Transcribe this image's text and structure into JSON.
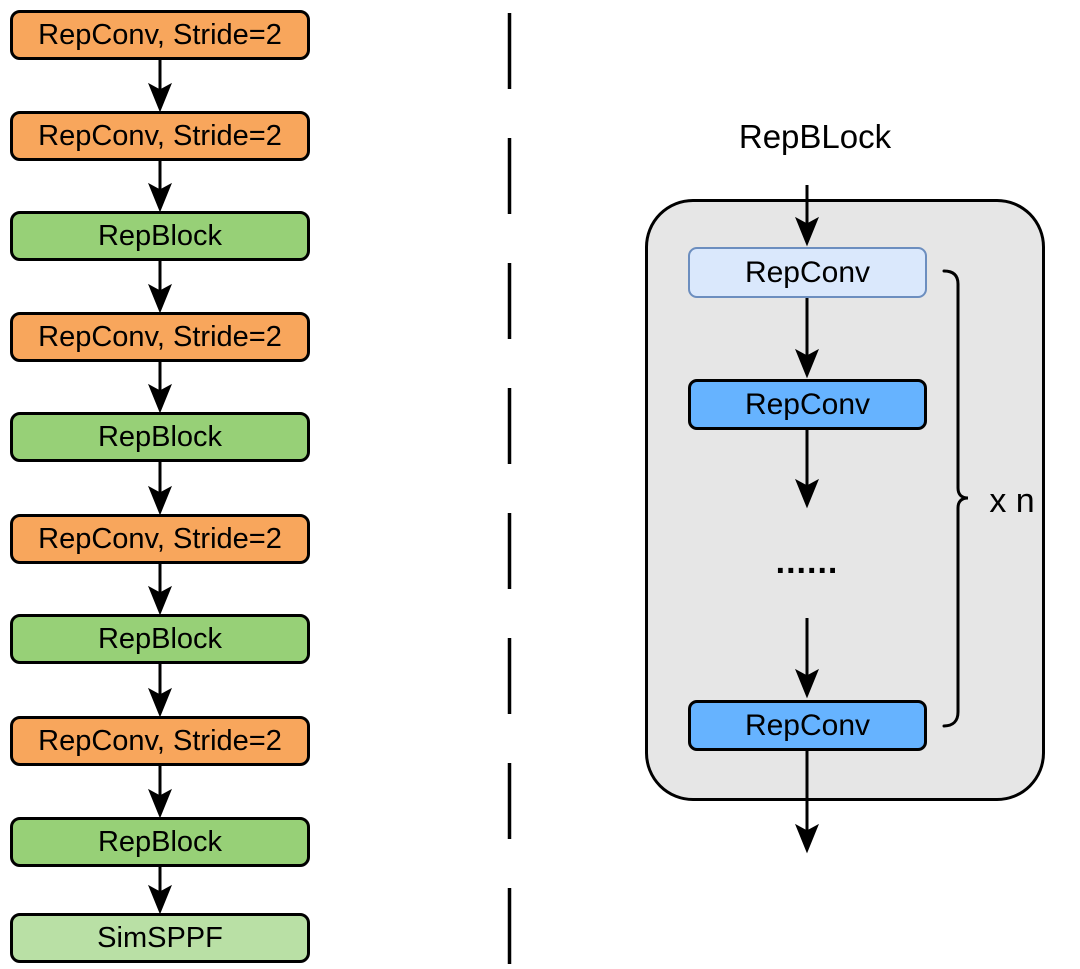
{
  "diagram": {
    "left_column": {
      "boxes": [
        {
          "label": "RepConv, Stride=2",
          "fill": "#F8A65C"
        },
        {
          "label": "RepConv, Stride=2",
          "fill": "#F8A65C"
        },
        {
          "label": "RepBlock",
          "fill": "#97D077"
        },
        {
          "label": "RepConv, Stride=2",
          "fill": "#F8A65C"
        },
        {
          "label": "RepBlock",
          "fill": "#97D077"
        },
        {
          "label": "RepConv, Stride=2",
          "fill": "#F8A65C"
        },
        {
          "label": "RepBlock",
          "fill": "#97D077"
        },
        {
          "label": "RepConv, Stride=2",
          "fill": "#F8A65C"
        },
        {
          "label": "RepBlock",
          "fill": "#97D077"
        },
        {
          "label": "SimSPPF",
          "fill": "#B9E0A5"
        }
      ]
    },
    "right_panel": {
      "title": "RepBLock",
      "container_fill": "#E6E6E6",
      "boxes": [
        {
          "label": "RepConv",
          "fill": "#DAE8FC",
          "border": "#6C8EBF"
        },
        {
          "label": "RepConv",
          "fill": "#66B3FF",
          "border": "#000000"
        },
        {
          "label": "RepConv",
          "fill": "#66B3FF",
          "border": "#000000"
        }
      ],
      "ellipsis": "......",
      "repeat_label": "x n"
    },
    "colors": {
      "stroke": "#000000"
    }
  }
}
